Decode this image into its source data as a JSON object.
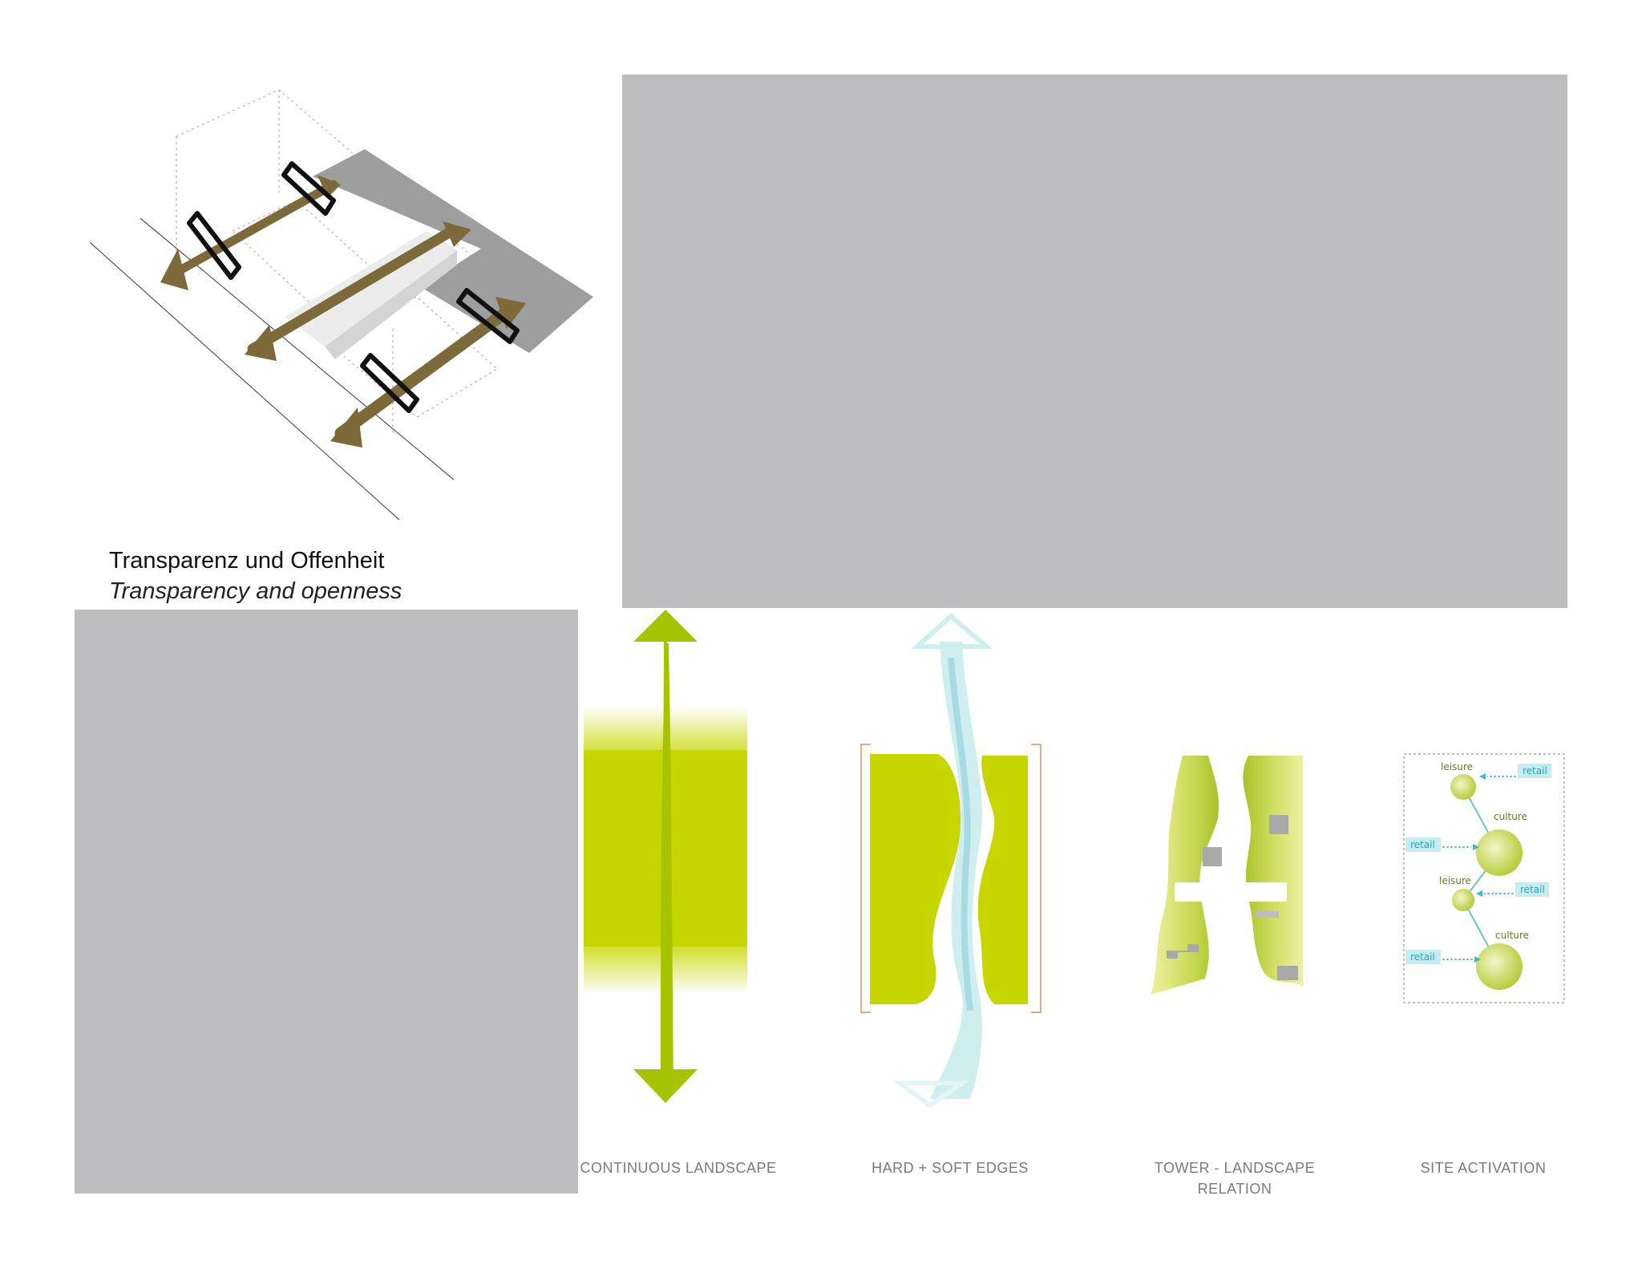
{
  "captions": {
    "german": "Transparenz und Offenheit",
    "english": "Transparency and openness"
  },
  "concepts": [
    {
      "label": "CONTINUOUS LANDSCAPE"
    },
    {
      "label": "HARD + SOFT EDGES"
    },
    {
      "label": "TOWER - LANDSCAPE RELATION"
    },
    {
      "label": "SITE ACTIVATION"
    }
  ],
  "site_activation": {
    "nodes": [
      "leisure",
      "culture",
      "leisure",
      "culture"
    ],
    "retail_tag": "retail"
  },
  "colors": {
    "arrow_brown": "#7d6a3a",
    "lime": "#c8d600",
    "gray_panel": "#bdbcbe",
    "water": "#cfeef0",
    "cyan": "#3fb7c6"
  }
}
